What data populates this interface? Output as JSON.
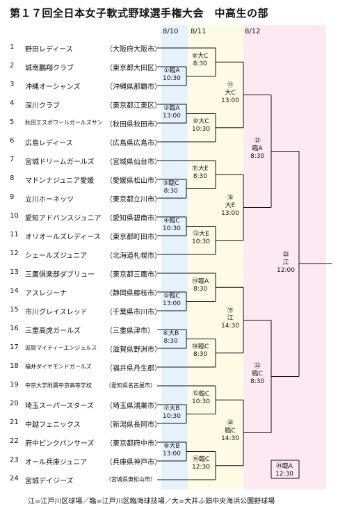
{
  "title": "第１７回全日本女子軟式野球選手権大会　中高生の部",
  "dates": [
    "8/10",
    "8/11",
    "8/12"
  ],
  "teams": [
    {
      "seed": "1",
      "name": "野田レディース",
      "loc": "（大阪府大阪市）"
    },
    {
      "seed": "2",
      "name": "城南鵬翔クラブ",
      "loc": "（東京都大田区）"
    },
    {
      "seed": "3",
      "name": "沖縄オーシャンズ",
      "loc": "（沖縄県那覇市）"
    },
    {
      "seed": "4",
      "name": "深川クラブ",
      "loc": "（東京都江東区）"
    },
    {
      "seed": "5",
      "name": "秋田エスポワールガールズサン",
      "loc": "（秋田県秋田市）"
    },
    {
      "seed": "6",
      "name": "広島レディース",
      "loc": "（広島県広島市）"
    },
    {
      "seed": "7",
      "name": "宮城ドリームガールズ",
      "loc": "（宮城県仙台市）"
    },
    {
      "seed": "8",
      "name": "マドンナジュニア愛媛",
      "loc": "（愛媛県松山市）"
    },
    {
      "seed": "9",
      "name": "立川ホーネッツ",
      "loc": "（東京都立川市）"
    },
    {
      "seed": "10",
      "name": "愛知アドバンスジュニア",
      "loc": "（愛知県碧南市）"
    },
    {
      "seed": "11",
      "name": "オリオールズレディース",
      "loc": "（東京都町田市）"
    },
    {
      "seed": "12",
      "name": "シェールズジュニア",
      "loc": "（北海道札幌市）"
    },
    {
      "seed": "13",
      "name": "三鷹倶楽部ダブリュー",
      "loc": "（東京都三鷹市）"
    },
    {
      "seed": "14",
      "name": "アスレジーナ",
      "loc": "（静岡県藤枝市）"
    },
    {
      "seed": "15",
      "name": "市川グレイスレッド",
      "loc": "（千葉県市川市）"
    },
    {
      "seed": "16",
      "name": "三重高虎ガールズ",
      "loc": "（三重県津市）"
    },
    {
      "seed": "17",
      "name": "滋賀マイティーエンジェルス",
      "loc": "（滋賀県野洲市）"
    },
    {
      "seed": "18",
      "name": "福井ダイヤモンドガールズ",
      "loc": "（福井県丹生郡）"
    },
    {
      "seed": "19",
      "name": "中京大学附属中京高等学校",
      "loc": "（愛知県名古屋市）"
    },
    {
      "seed": "20",
      "name": "埼玉スーパースターズ",
      "loc": "（埼玉県鴻巣市）"
    },
    {
      "seed": "21",
      "name": "中越フェニックス",
      "loc": "（新潟県長岡市）"
    },
    {
      "seed": "22",
      "name": "府中ピンクパンサーズ",
      "loc": "（東京都府中市）"
    },
    {
      "seed": "23",
      "name": "オール兵庫ジュニア",
      "loc": "（兵庫県神戸市）"
    },
    {
      "seed": "24",
      "name": "宮城デイジーズ",
      "loc": "（宮城県東松山市）"
    }
  ],
  "matches": [
    {
      "label": "①臨A",
      "time": "10:30"
    },
    {
      "label": "②臨A",
      "time": "13:00"
    },
    {
      "label": "③臨C",
      "time": "8:30"
    },
    {
      "label": "④臨C",
      "time": "10:30"
    },
    {
      "label": "⑤臨C",
      "time": "13:00"
    },
    {
      "label": "⑥大B",
      "time": "8:30"
    },
    {
      "label": "⑦大B",
      "time": "10:30"
    },
    {
      "label": "⑧大B",
      "time": "13:00"
    },
    {
      "label": "⑨大C",
      "time": "8:30"
    },
    {
      "label": "⑩大C",
      "time": "10:30"
    },
    {
      "label": "⑪大E",
      "time": "8:30"
    },
    {
      "label": "⑫大E",
      "time": "10:30"
    },
    {
      "label": "⑬臨A",
      "time": "8:30"
    },
    {
      "label": "⑭臨C",
      "time": "8:30"
    },
    {
      "label": "⑮臨C",
      "time": "10:30"
    },
    {
      "label": "⑯臨C",
      "time": "12:30"
    },
    {
      "label": "⑰",
      "sub": "大C",
      "time": "13:00"
    },
    {
      "label": "⑱",
      "sub": "大E",
      "time": "13:00"
    },
    {
      "label": "⑲",
      "sub": "江",
      "time": "14:30"
    },
    {
      "label": "⑳",
      "sub": "臨C",
      "time": "14:30"
    },
    {
      "label": "㉑",
      "sub": "臨A",
      "time": "8:30"
    },
    {
      "label": "㉒",
      "sub": "臨C",
      "time": "8:30"
    },
    {
      "label": "㉓",
      "sub": "江",
      "time": "12:00"
    },
    {
      "label": "㉔臨A",
      "time": "12:30"
    }
  ],
  "footer": "江=江戸川区球場／臨=江戸川区臨海球技場／大=大井ふ頭中央海浜公園野球場"
}
